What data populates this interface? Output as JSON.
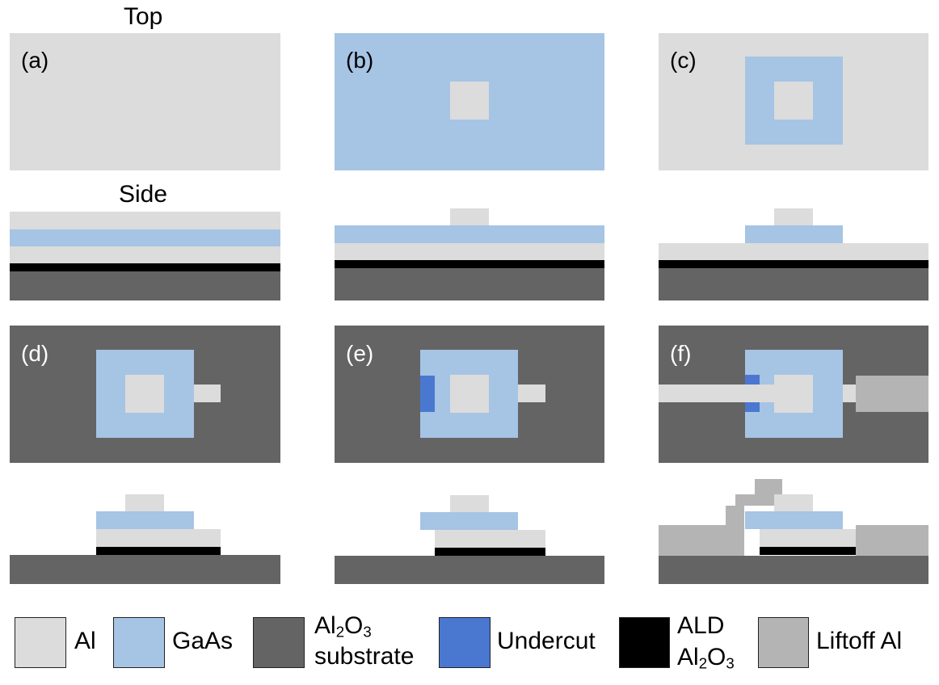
{
  "headers": {
    "top": "Top",
    "side": "Side"
  },
  "panels": [
    {
      "id": "a",
      "label": "(a)"
    },
    {
      "id": "b",
      "label": "(b)"
    },
    {
      "id": "c",
      "label": "(c)"
    },
    {
      "id": "d",
      "label": "(d)"
    },
    {
      "id": "e",
      "label": "(e)"
    },
    {
      "id": "f",
      "label": "(f)"
    }
  ],
  "materials": {
    "al": "#dcdcdc",
    "gaas": "#a6c4e4",
    "substrate": "#646464",
    "undercut": "#4a78d0",
    "ald": "#000000",
    "liftoff": "#b4b4b4"
  },
  "legend": {
    "al": "Al",
    "gaas": "GaAs",
    "substrate_chem": {
      "a": "Al",
      "s1": "2",
      "b": "O",
      "s2": "3"
    },
    "substrate_word": "substrate",
    "undercut": "Undercut",
    "ald_word": "ALD",
    "ald_chem": {
      "a": "Al",
      "s1": "2",
      "b": "O",
      "s2": "3"
    },
    "liftoff": "Liftoff Al"
  }
}
